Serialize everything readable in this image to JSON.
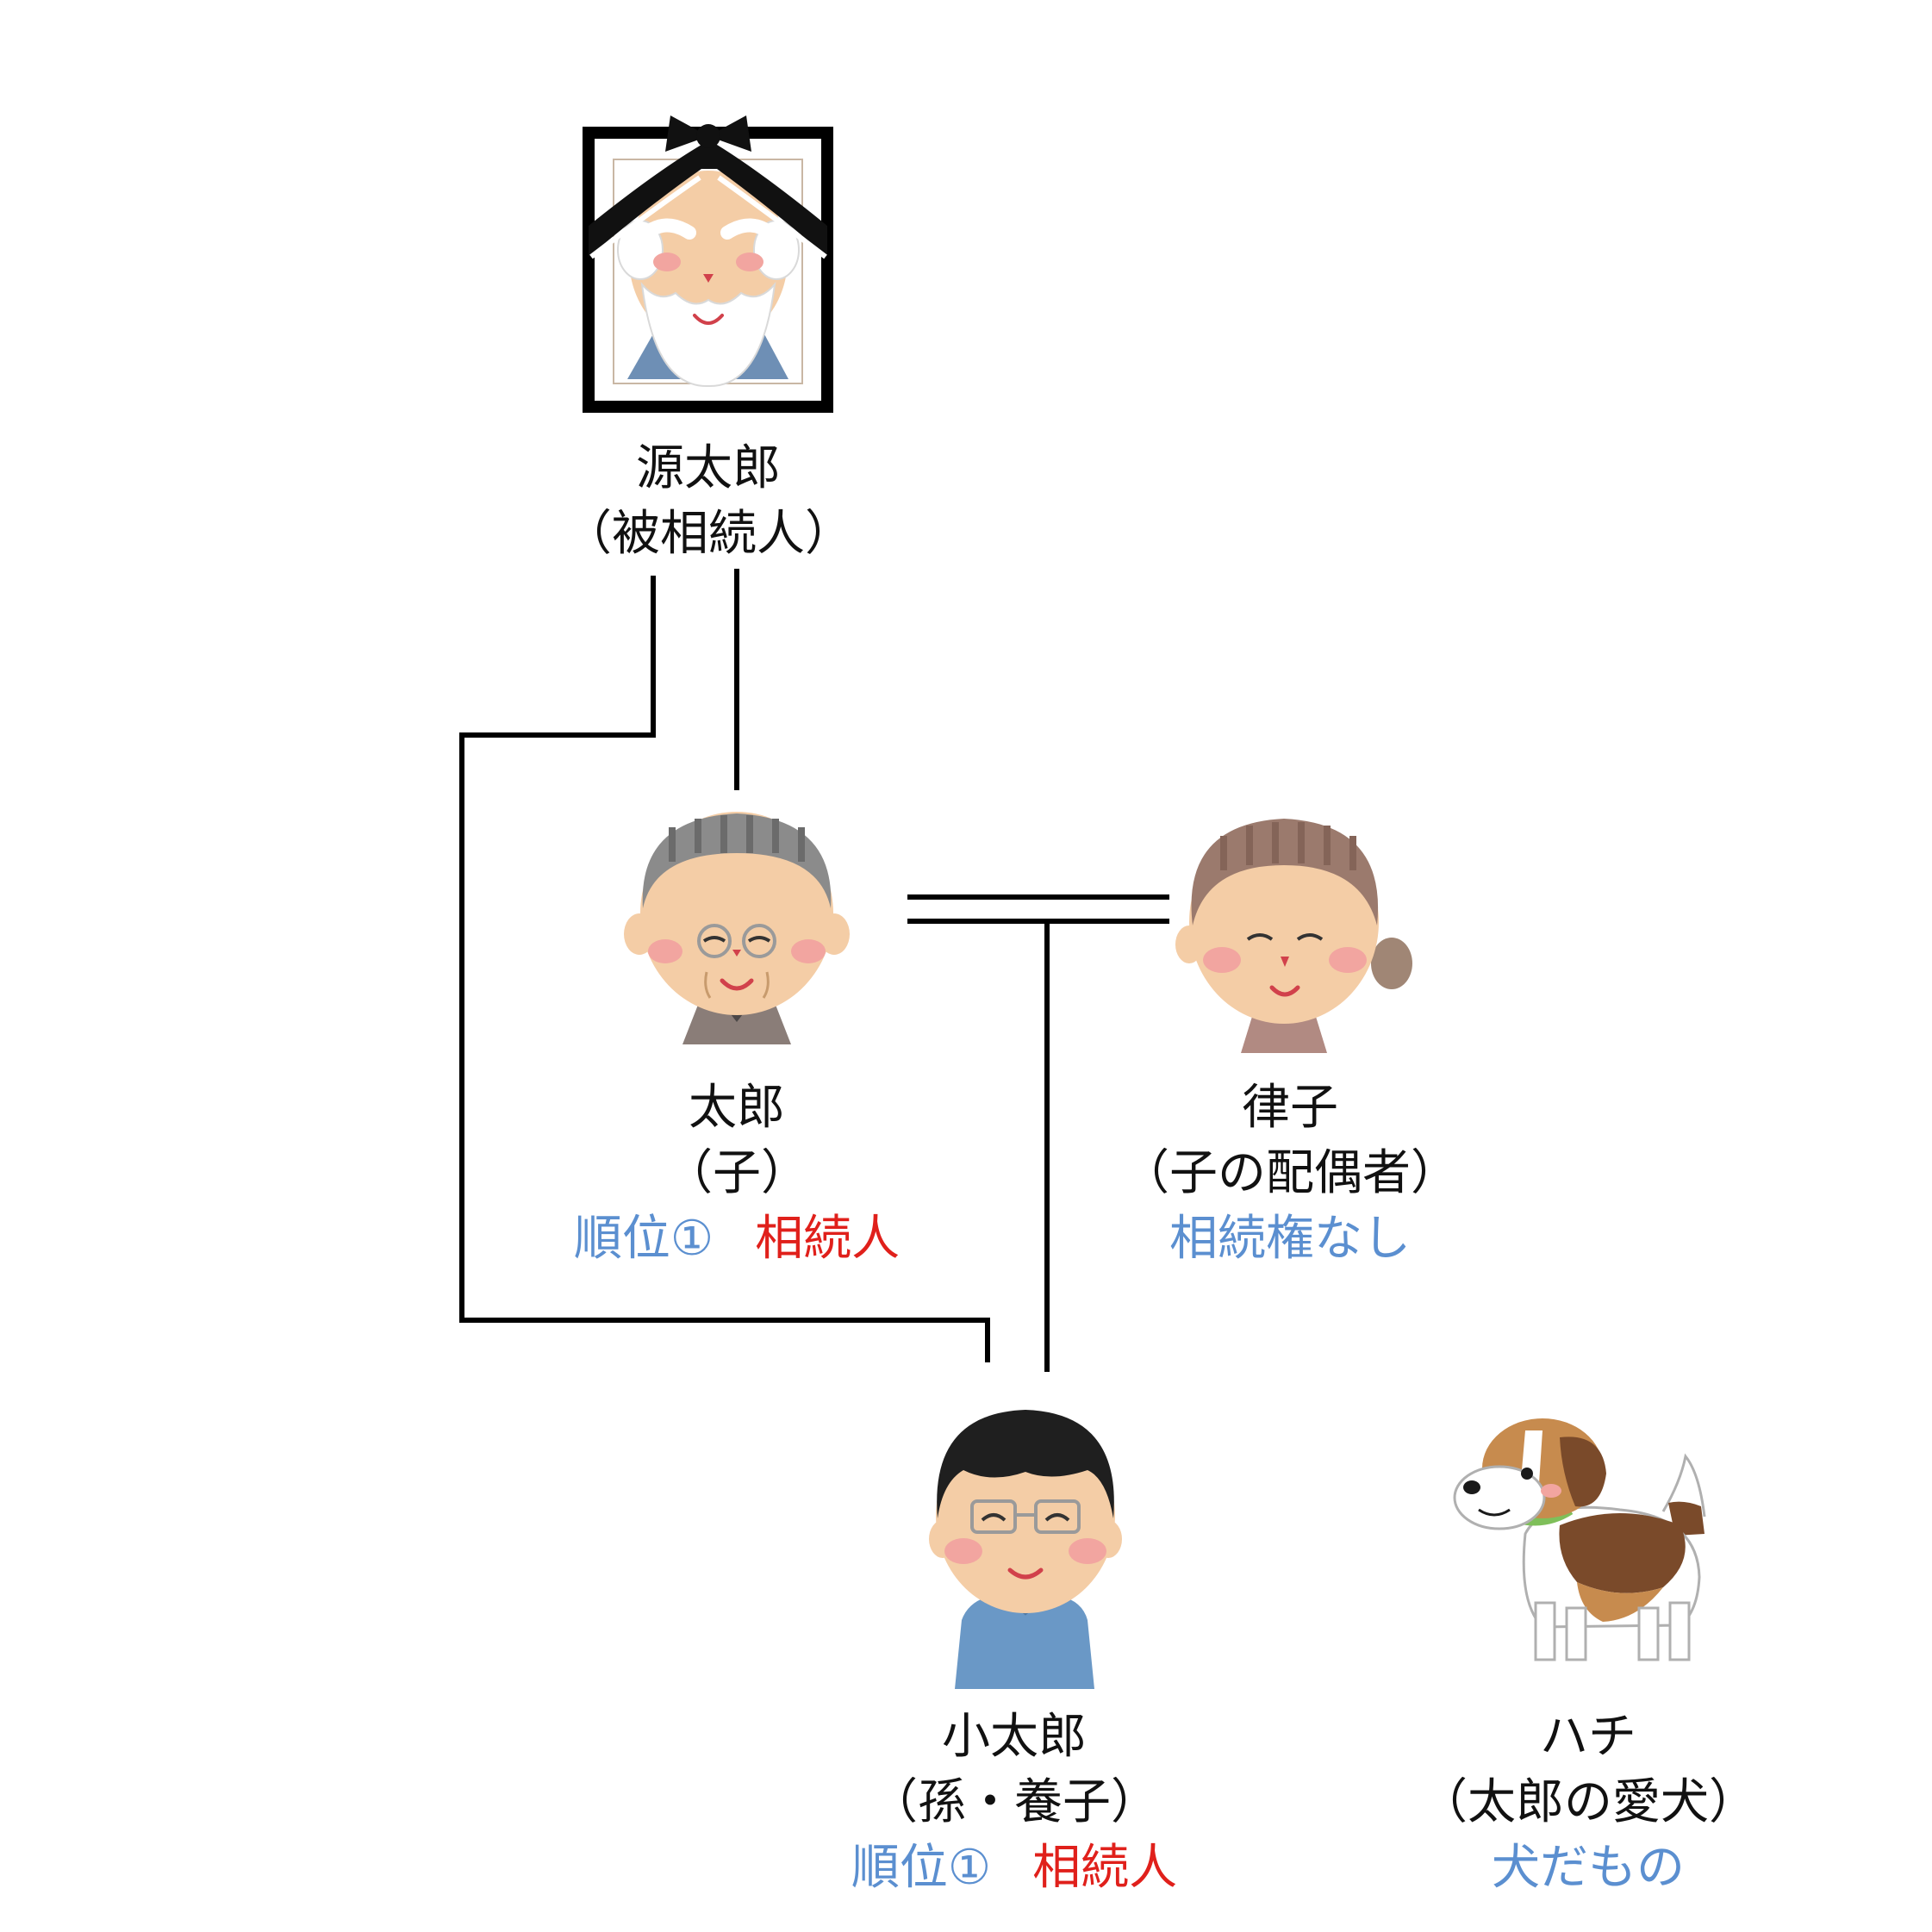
{
  "people": {
    "gentaro": {
      "name": "源太郎",
      "role": "（被相続人）"
    },
    "taro": {
      "name": "太郎",
      "role": "（子）",
      "rank": "順位①",
      "status": "相続人"
    },
    "ritsuko": {
      "name": "律子",
      "role": "（子の配偶者）",
      "status": "相続権なし"
    },
    "kotaro": {
      "name": "小太郎",
      "role": "（孫・養子）",
      "rank": "順位①",
      "status": "相続人"
    },
    "hachi": {
      "name": "ハチ",
      "role": "（太郎の愛犬）",
      "status": "犬だもの"
    }
  },
  "colors": {
    "line": "#000000",
    "rank_text": "#5b8fd0",
    "heir_text": "#e0201b",
    "no_right_text": "#5b8fd0"
  },
  "icons": {
    "gentaro": "memorial-portrait-icon",
    "taro": "elderly-man-icon",
    "ritsuko": "elderly-woman-icon",
    "kotaro": "young-man-glasses-icon",
    "hachi": "beagle-dog-icon"
  }
}
